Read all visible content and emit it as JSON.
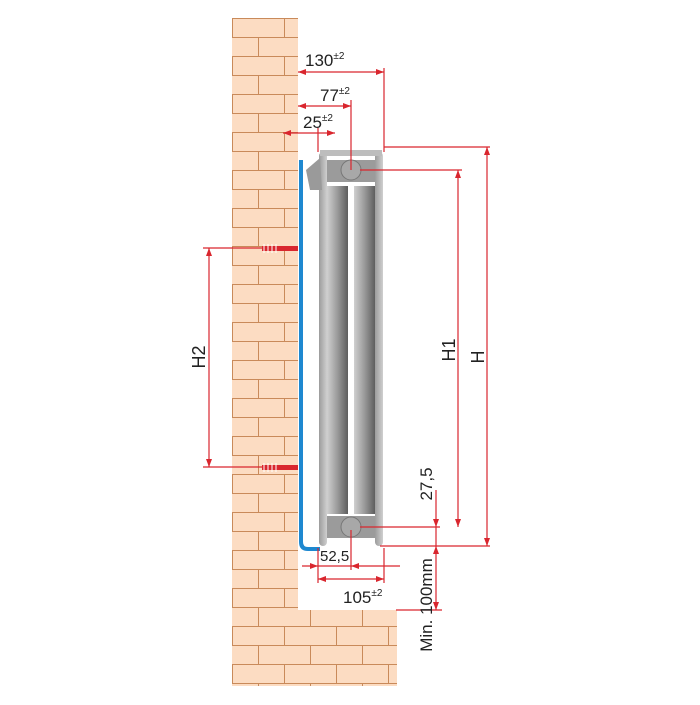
{
  "dimensions": {
    "depth_total": {
      "value": "130",
      "tolerance": "±2"
    },
    "pipe_axis": {
      "value": "77",
      "tolerance": "±2"
    },
    "wall_gap": {
      "value": "25",
      "tolerance": "±2"
    },
    "height_total": {
      "value": "H"
    },
    "height_axis": {
      "value": "H1"
    },
    "bracket_spacing": {
      "value": "H2"
    },
    "bottom_pipe_offset": {
      "value": "27,5"
    },
    "floor_clearance": {
      "value": "Min. 100mm"
    },
    "bottom_axis_from_wall": {
      "value": "52,5"
    },
    "bottom_width": {
      "value": "105",
      "tolerance": "±2"
    }
  },
  "colors": {
    "brick": "#fcdcc2",
    "mortar": "#c98a5a",
    "dimension": "#d9262e",
    "pipe": "#1e88d0",
    "radiator": "#8f8f8f"
  }
}
